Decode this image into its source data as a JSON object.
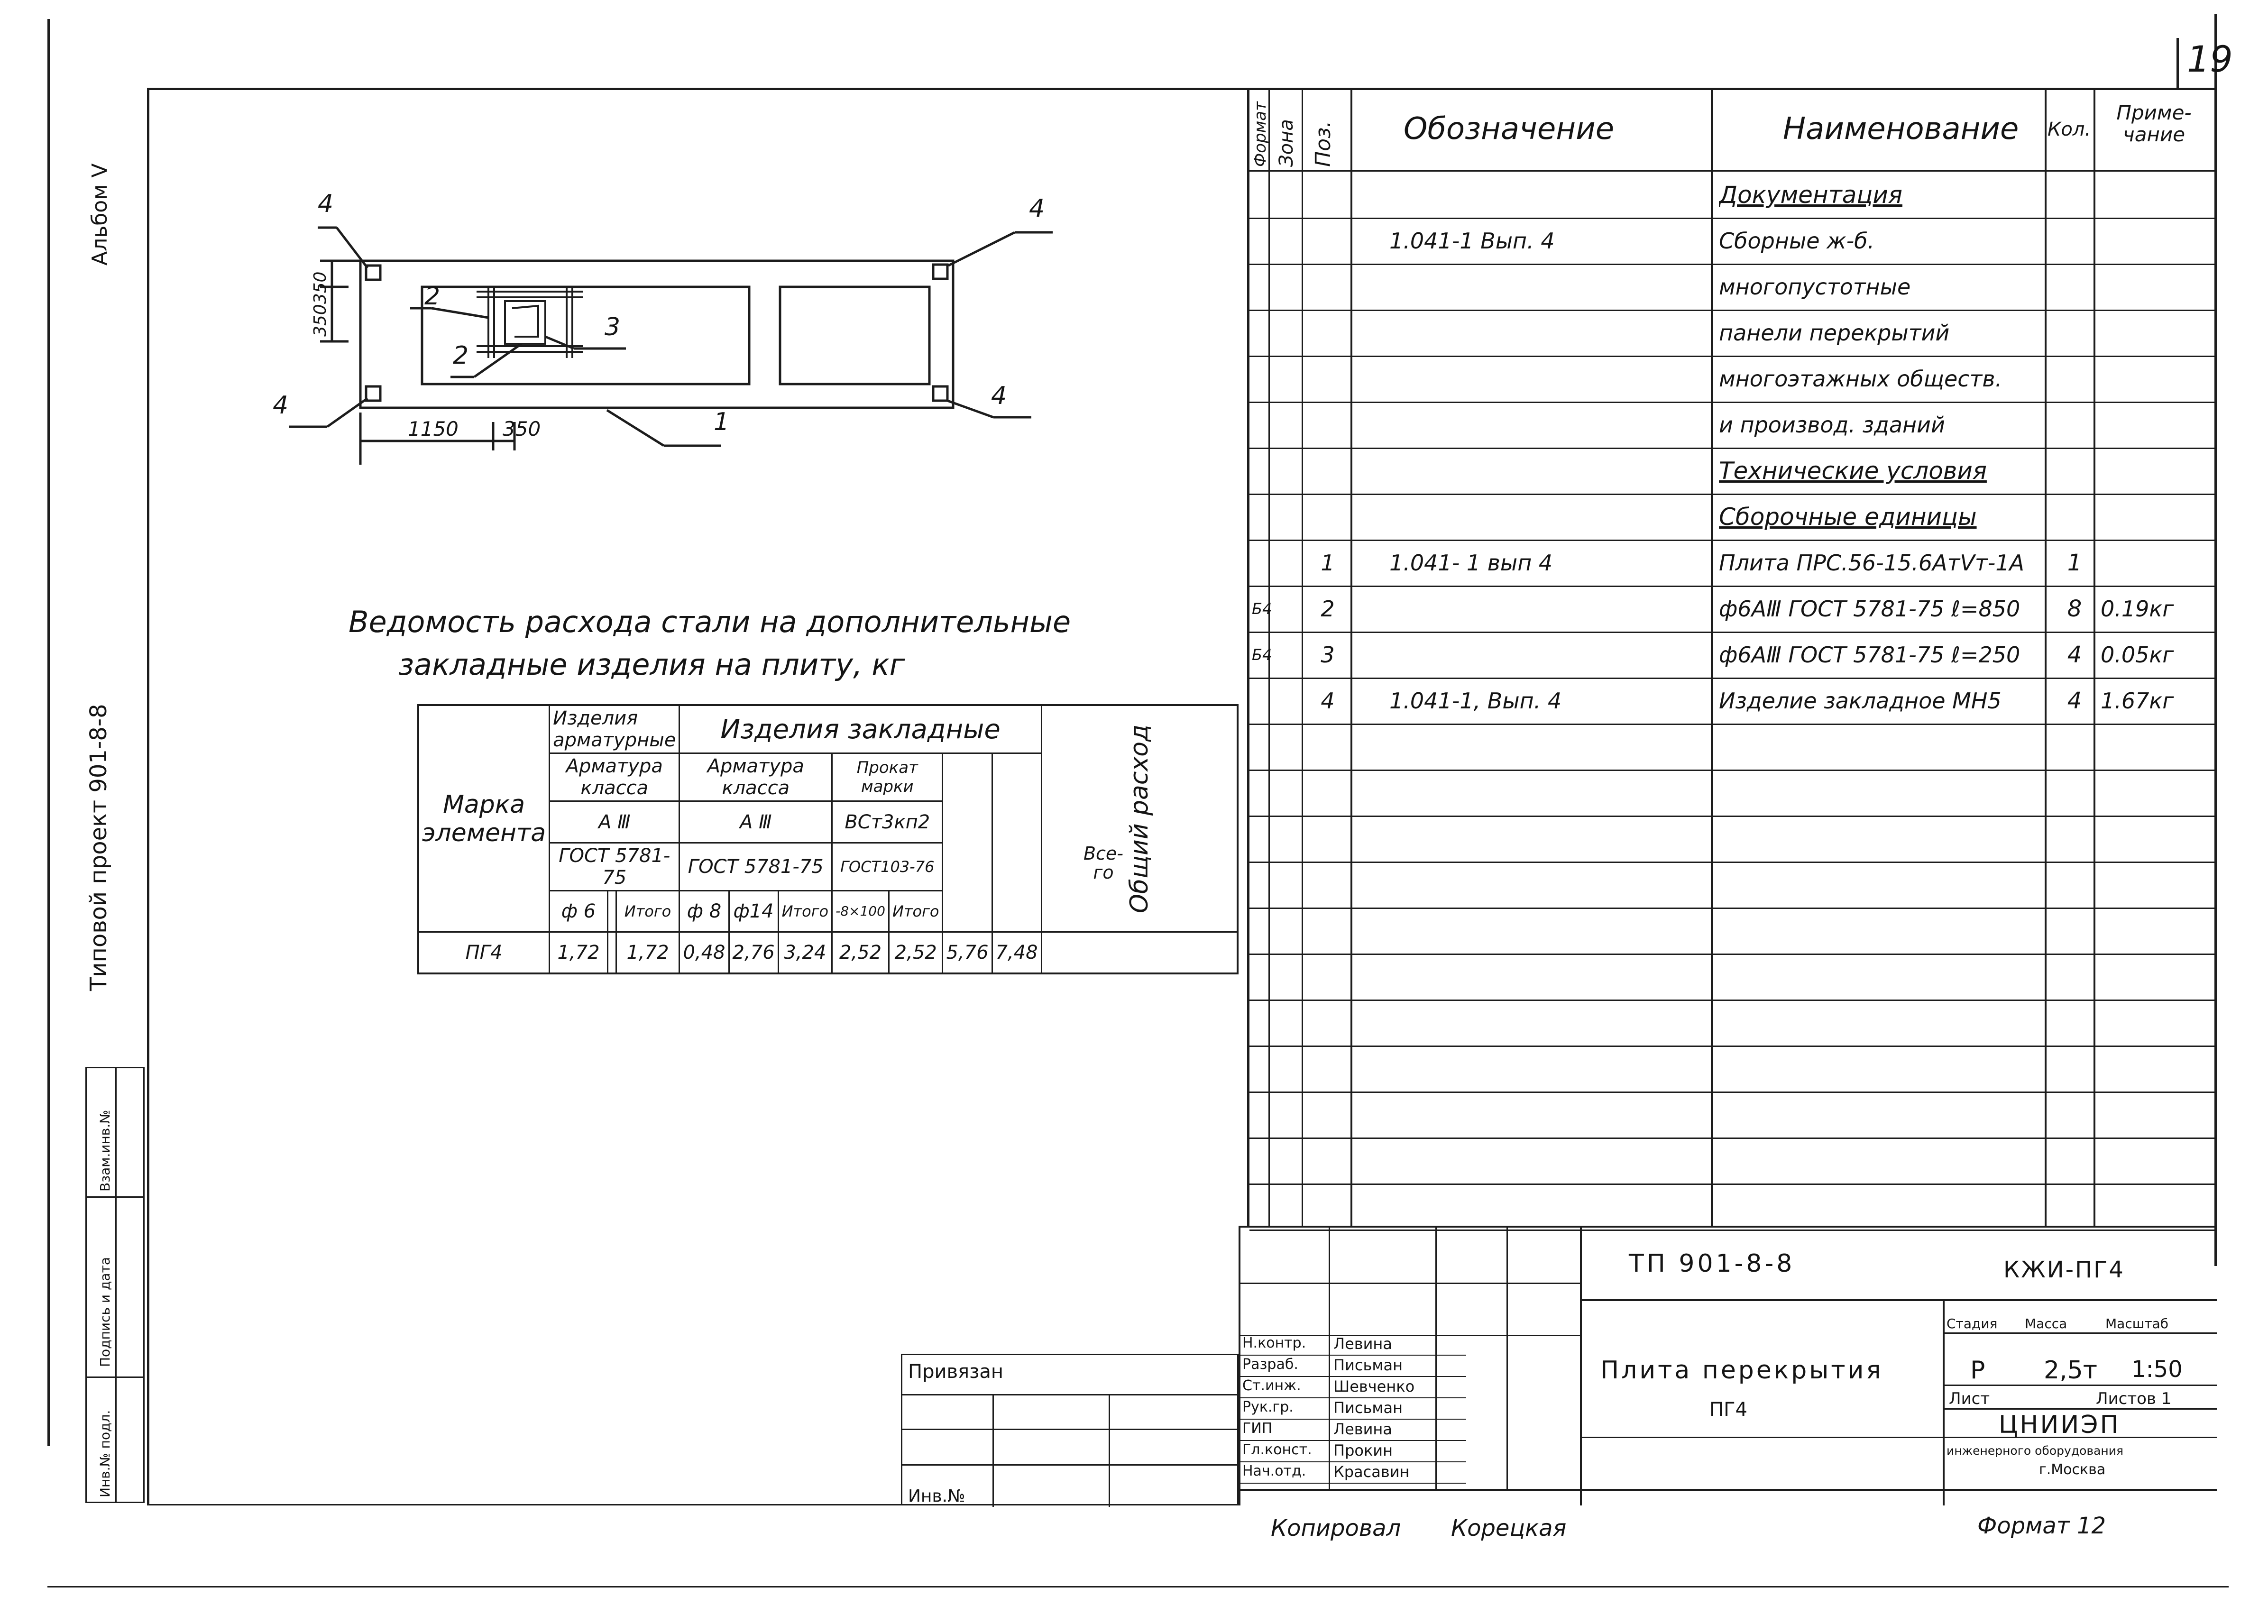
{
  "page": {
    "sheet_number": "19"
  },
  "side_margin": {
    "album": "Альбом Ⅴ",
    "project": "Типовой проект 901-8-8",
    "stamp_labels": [
      "Взам.инв.№",
      "Подпись и дата",
      "Инв.№ подл."
    ]
  },
  "drawing": {
    "callouts": [
      "4",
      "4",
      "4",
      "4",
      "2",
      "3",
      "2",
      "1"
    ],
    "dim_h1": "1150",
    "dim_h2": "350",
    "dim_v": "350350"
  },
  "steel_statement": {
    "title_line1": "Ведомость расхода стали на дополнительные",
    "title_line2": "закладные изделия на плиту, кг",
    "h_mark": "Марка элемента",
    "h_arm_items": "Изделия арматурные",
    "h_emb_items": "Изделия закладные",
    "h_total_consumption": "Общий расход",
    "h_arm_class_1": "Арматура класса",
    "h_arm_class_2": "Арматура класса",
    "h_rolled": "Прокат марки",
    "h_grade_1": "А Ⅲ",
    "h_grade_2": "А Ⅲ",
    "h_grade_3": "ВСт3кп2",
    "h_gost_1": "ГОСТ 5781-75",
    "h_gost_2": "ГОСТ 5781-75",
    "h_gost_3": "ГОСТ103-76",
    "h_all": "Все-го",
    "h_d6": "ф 6",
    "h_total_a": "Итого",
    "h_d8": "ф 8",
    "h_d14": "ф14",
    "h_total_b": "Итого",
    "h_strip": "-8×100",
    "h_total_c": "Итого",
    "row": {
      "mark": "ПГ4",
      "d6": "1,72",
      "blank": "",
      "total_a": "1,72",
      "d8": "0,48",
      "d14": "2,76",
      "total_b": "3,24",
      "strip": "2,52",
      "total_c": "2,52",
      "all": "5,76",
      "overall": "7,48"
    }
  },
  "spec": {
    "headers": {
      "format": "Формат",
      "zone": "Зона",
      "pos": "Поз.",
      "designation": "Обозначение",
      "name": "Наименование",
      "qty": "Кол.",
      "note": "Приме-чание"
    },
    "rows": [
      {
        "fmt": "",
        "pos": "",
        "des": "",
        "name": "Документация",
        "qty": "",
        "note": "",
        "underline": true
      },
      {
        "fmt": "",
        "pos": "",
        "des": "1.041-1  Вып. 4",
        "name": "Сборные ж-б.",
        "qty": "",
        "note": ""
      },
      {
        "fmt": "",
        "pos": "",
        "des": "",
        "name": "многопустотные",
        "qty": "",
        "note": ""
      },
      {
        "fmt": "",
        "pos": "",
        "des": "",
        "name": "панели перекрытий",
        "qty": "",
        "note": ""
      },
      {
        "fmt": "",
        "pos": "",
        "des": "",
        "name": "многоэтажных обществ.",
        "qty": "",
        "note": ""
      },
      {
        "fmt": "",
        "pos": "",
        "des": "",
        "name": "и производ. зданий",
        "qty": "",
        "note": ""
      },
      {
        "fmt": "",
        "pos": "",
        "des": "",
        "name": "Технические условия",
        "qty": "",
        "note": "",
        "underline": true
      },
      {
        "fmt": "",
        "pos": "",
        "des": "",
        "name": "Сборочные единицы",
        "qty": "",
        "note": "",
        "underline": true
      },
      {
        "fmt": "",
        "pos": "1",
        "des": "1.041- 1 вып 4",
        "name": "Плита ПРС.56-15.6АтVт-1А",
        "qty": "1",
        "note": ""
      },
      {
        "fmt": "Б4",
        "pos": "2",
        "des": "",
        "name": "ф6АⅢ ГОСТ 5781-75 ℓ=850",
        "qty": "8",
        "note": "0.19кг"
      },
      {
        "fmt": "Б4",
        "pos": "3",
        "des": "",
        "name": "ф6АⅢ ГОСТ 5781-75 ℓ=250",
        "qty": "4",
        "note": "0.05кг"
      },
      {
        "fmt": "",
        "pos": "4",
        "des": "1.041-1, Вып. 4",
        "name": "Изделие закладное     МН5",
        "qty": "4",
        "note": "1.67кг"
      }
    ]
  },
  "title_block": {
    "doc_code": "ТП  901-8-8",
    "mark_code": "КЖИ-ПГ4",
    "title_line1": "Плита перекрытия",
    "title_line2": "ПГ4",
    "stage_label": "Стадия",
    "mass_label": "Масса",
    "scale_label": "Масштаб",
    "stage": "Р",
    "mass": "2,5т",
    "scale": "1:50",
    "sheet_label": "Лист",
    "sheets_label": "Листов 1",
    "org_line1": "ЦНИИЭП",
    "org_line2": "инженерного оборудования",
    "org_line3": "г.Москва",
    "bound_label": "Привязан",
    "inv_label": "Инв.№",
    "roles": [
      "Н.контр.",
      "Разраб.",
      "Ст.инж.",
      "Рук.гр.",
      "ГИП",
      "Гл.конст.",
      "Нач.отд."
    ],
    "names": [
      "Левина",
      "Письман",
      "Шевченко",
      "Письман",
      "Левина",
      "Прокин",
      "Красавин"
    ],
    "copied_by": "Копировал",
    "copier": "Корецкая",
    "format": "Формат 12"
  }
}
